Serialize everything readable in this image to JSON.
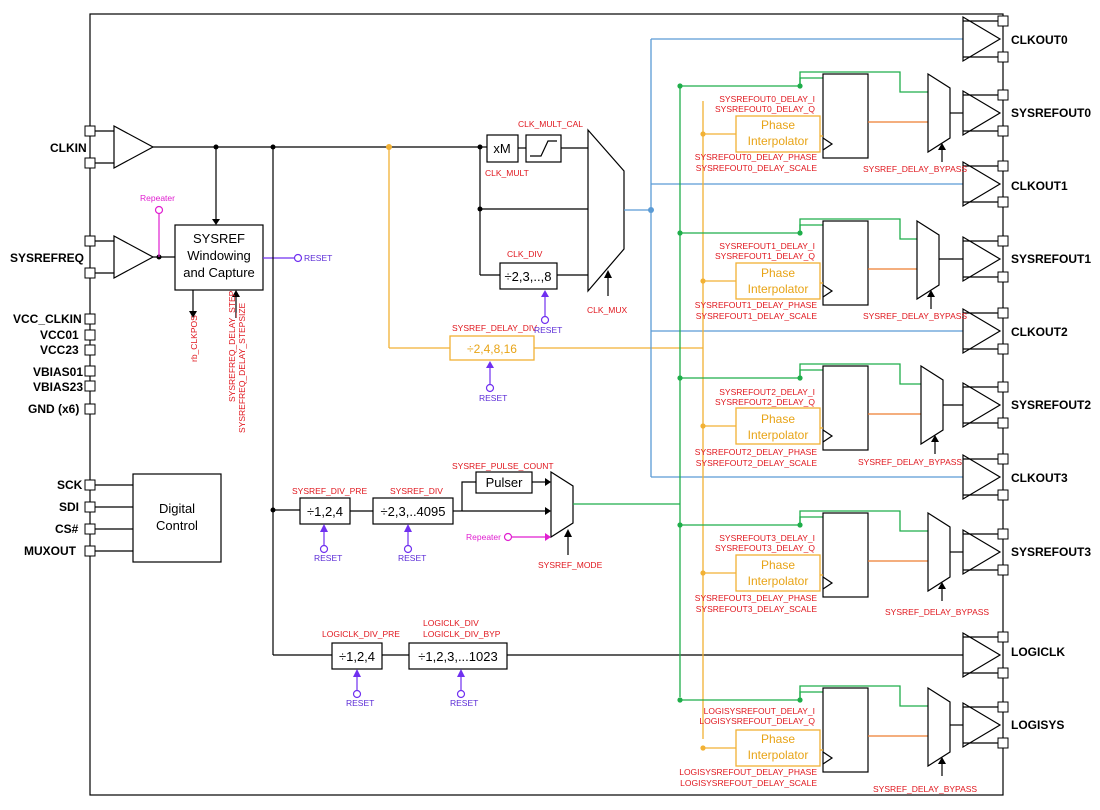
{
  "inputs": {
    "clkin": "CLKIN",
    "sysrefreq": "SYSREFREQ",
    "vcc_clkin": "VCC_CLKIN",
    "vcc01": "VCC01",
    "vcc23": "VCC23",
    "vbias01": "VBIAS01",
    "vbias23": "VBIAS23",
    "gnd": "GND (x6)",
    "sck": "SCK",
    "sdi": "SDI",
    "cs": "CS#",
    "muxout": "MUXOUT"
  },
  "outputs": [
    "CLKOUT0",
    "SYSREFOUT0",
    "CLKOUT1",
    "SYSREFOUT1",
    "CLKOUT2",
    "SYSREFOUT2",
    "CLKOUT3",
    "SYSREFOUT3",
    "LOGICLK",
    "LOGISYS"
  ],
  "blocks": {
    "sysref_win_1": "SYSREF",
    "sysref_win_2": "Windowing",
    "sysref_win_3": "and Capture",
    "digital_1": "Digital",
    "digital_2": "Control",
    "xm": "xM",
    "clk_div": "÷2,3,..,8",
    "sysref_delay_div": "÷2,4,8,16",
    "sysref_div_pre": "÷1,2,4",
    "sysref_div": "÷2,3,..4095",
    "pulser": "Pulser",
    "logiclk_div_pre": "÷1,2,4",
    "logiclk_div": "÷1,2,3,...1023",
    "phase": "Phase",
    "interp": "Interpolator"
  },
  "labels": {
    "repeater": "Repeater",
    "reset": "RESET",
    "rb_clkpos": "rb_CLKPOS",
    "sysrefreq_delay_step": "SYSREFREQ_DELAY_STEP",
    "sysrefreq_delay_stepsize": "SYSREFREQ_DELAY_STEPSIZE",
    "clk_mult_cal": "CLK_MULT_CAL",
    "clk_mult": "CLK_MULT",
    "clk_div": "CLK_DIV",
    "clk_mux": "CLK_MUX",
    "sysref_delay_div": "SYSREF_DELAY_DIV",
    "sysref_div_pre": "SYSREF_DIV_PRE",
    "sysref_div": "SYSREF_DIV",
    "sysref_pulse_count": "SYSREF_PULSE_COUNT",
    "sysref_mode": "SYSREF_MODE",
    "logiclk_div_pre": "LOGICLK_DIV_PRE",
    "logiclk_div": "LOGICLK_DIV",
    "logiclk_div_byp": "LOGICLK_DIV_BYP",
    "sysref_delay_bypass": "SYSREF_DELAY_BYPASS",
    "d0_i": "SYSREFOUT0_DELAY_I",
    "d0_q": "SYSREFOUT0_DELAY_Q",
    "d0_phase": "SYSREFOUT0_DELAY_PHASE",
    "d0_scale": "SYSREFOUT0_DELAY_SCALE",
    "d1_i": "SYSREFOUT1_DELAY_I",
    "d1_q": "SYSREFOUT1_DELAY_Q",
    "d1_phase": "SYSREFOUT1_DELAY_PHASE",
    "d1_scale": "SYSREFOUT1_DELAY_SCALE",
    "d2_i": "SYSREFOUT2_DELAY_I",
    "d2_q": "SYSREFOUT2_DELAY_Q",
    "d2_phase": "SYSREFOUT2_DELAY_PHASE",
    "d2_scale": "SYSREFOUT2_DELAY_SCALE",
    "d3_i": "SYSREFOUT3_DELAY_I",
    "d3_q": "SYSREFOUT3_DELAY_Q",
    "d3_phase": "SYSREFOUT3_DELAY_PHASE",
    "d3_scale": "SYSREFOUT3_DELAY_SCALE",
    "dl_i": "LOGISYSREFOUT_DELAY_I",
    "dl_q": "LOGISYSREFOUT_DELAY_Q",
    "dl_phase": "LOGISYSREFOUT_DELAY_PHASE",
    "dl_scale": "LOGISYSREFOUT_DELAY_SCALE"
  },
  "colors": {
    "green": "#1fae4a",
    "blue": "#5b9bd5",
    "yellow": "#f2b134",
    "orange": "#ed7d31",
    "purple": "#7030f0",
    "magenta": "#e01fd0",
    "register_red": "#e0171e"
  }
}
